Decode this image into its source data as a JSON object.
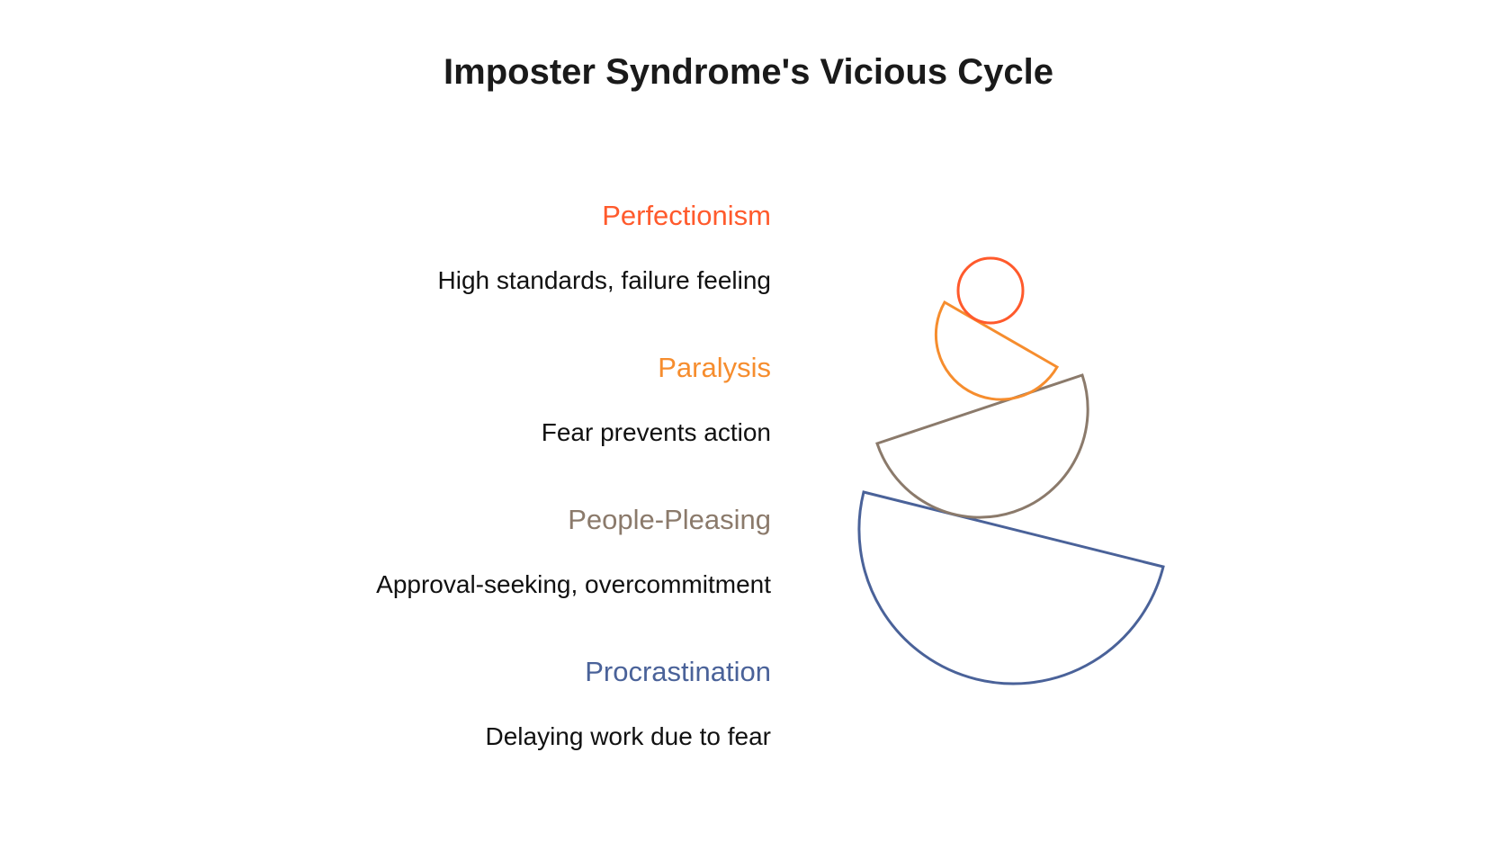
{
  "title": "Imposter Syndrome's Vicious Cycle",
  "items": [
    {
      "label": "Perfectionism",
      "description": "High standards, failure feeling",
      "color": "#FF5A2C"
    },
    {
      "label": "Paralysis",
      "description": "Fear prevents action",
      "color": "#F68D2E"
    },
    {
      "label": "People-Pleasing",
      "description": "Approval-seeking, overcommitment",
      "color": "#8B7A6B"
    },
    {
      "label": "Procrastination",
      "description": "Delaying work due to fear",
      "color": "#4A6299"
    }
  ]
}
